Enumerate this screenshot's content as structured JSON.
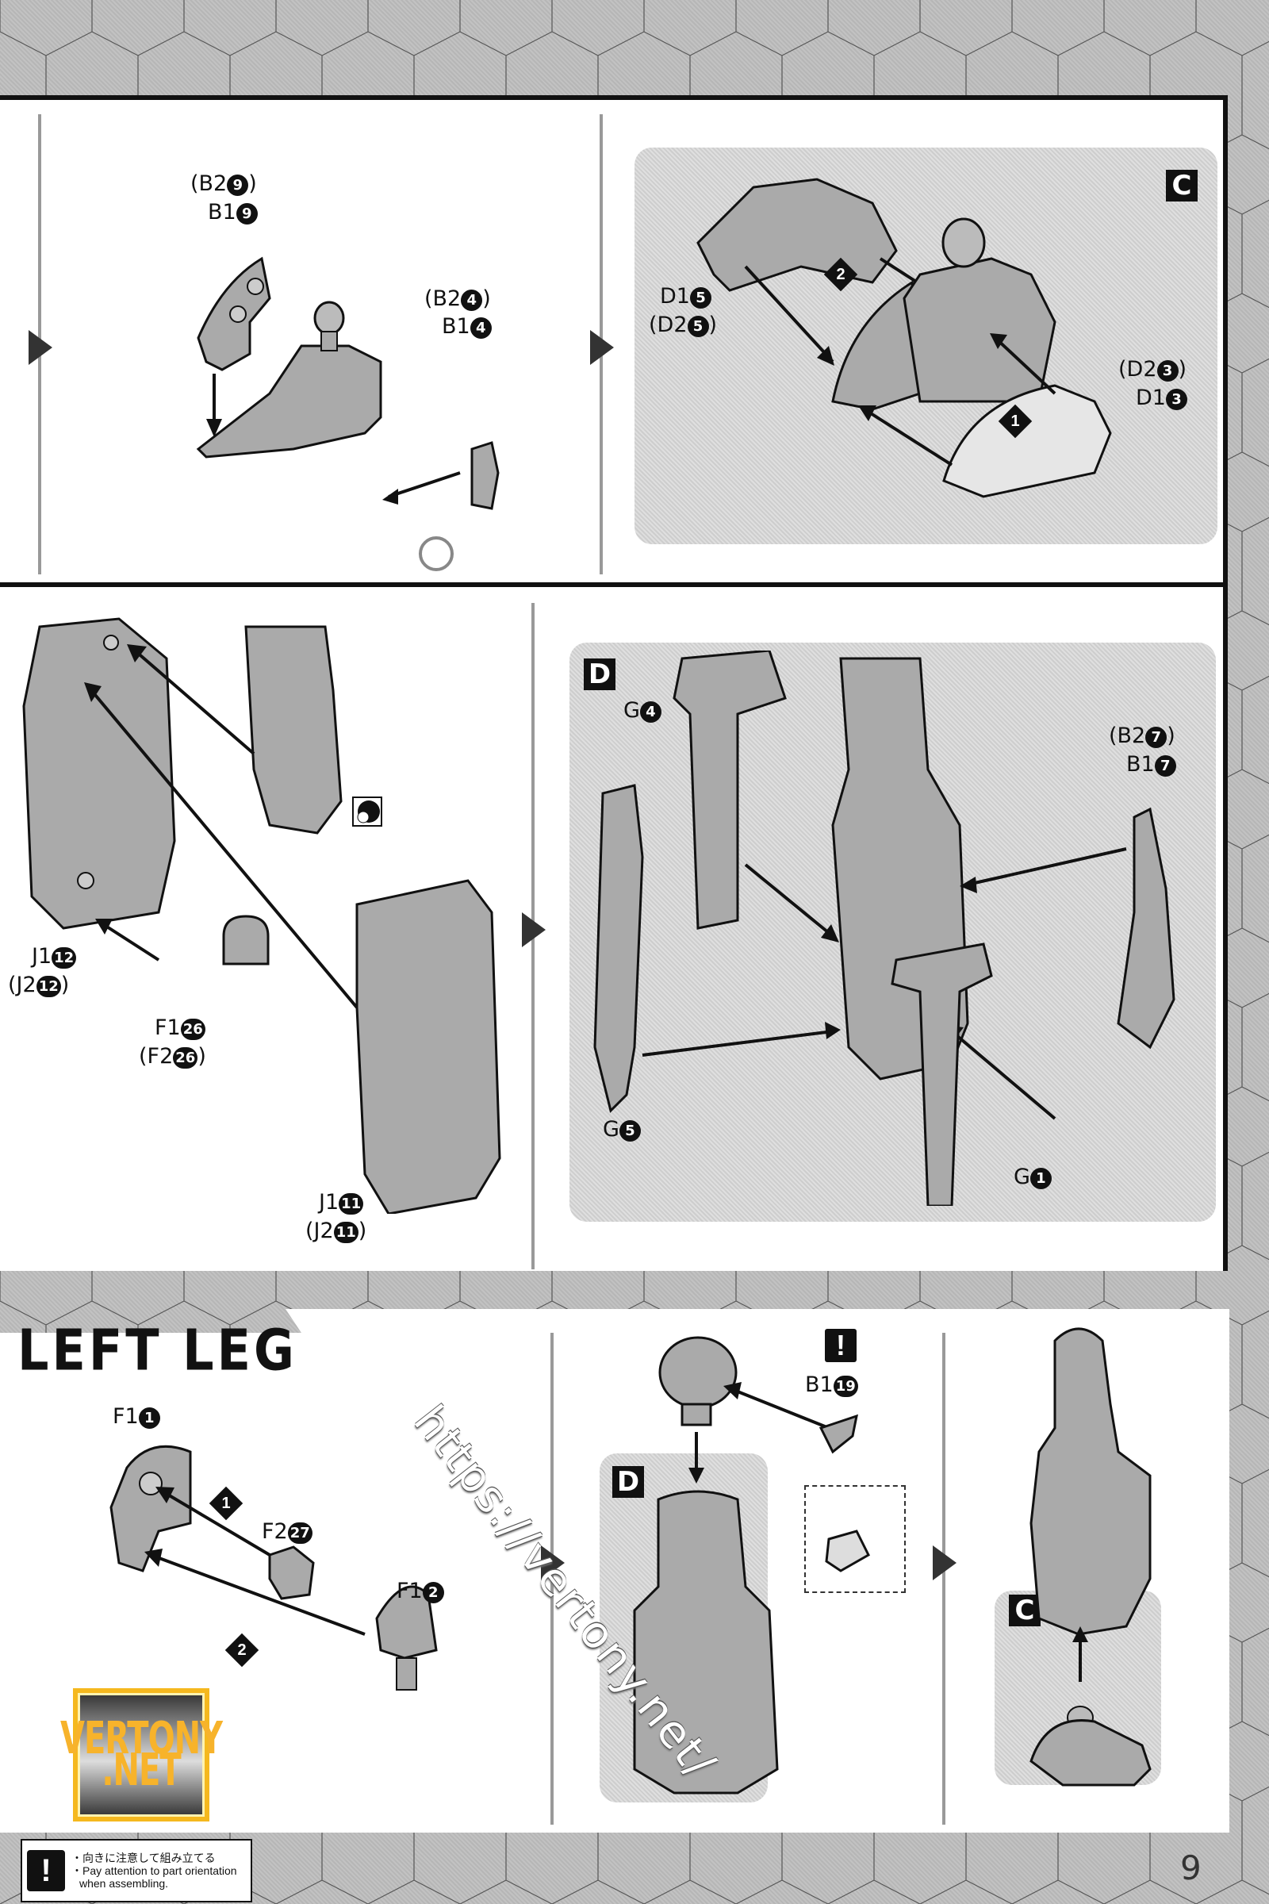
{
  "page": {
    "page_number": "9",
    "section_title": "LEFT LEG"
  },
  "top_row": {
    "step1": {
      "labels": [
        {
          "text": "(B2",
          "num": "9",
          "suffix": ")"
        },
        {
          "text": "B1",
          "num": "9",
          "suffix": ""
        },
        {
          "text": "(B2",
          "num": "4",
          "suffix": ")"
        },
        {
          "text": "B1",
          "num": "4",
          "suffix": ""
        }
      ]
    },
    "step2": {
      "subassembly": "C",
      "labels": [
        {
          "text": "D1",
          "num": "5",
          "suffix": ""
        },
        {
          "text": "(D2",
          "num": "5",
          "suffix": ")"
        },
        {
          "text": "(D2",
          "num": "3",
          "suffix": ")"
        },
        {
          "text": "D1",
          "num": "3",
          "suffix": ""
        }
      ],
      "order_marks": [
        "2",
        "1"
      ]
    }
  },
  "middle_row": {
    "step1": {
      "labels": [
        {
          "text": "J1",
          "num": "12",
          "suffix": ""
        },
        {
          "text": "(J2",
          "num": "12",
          "suffix": ")"
        },
        {
          "text": "F1",
          "num": "26",
          "suffix": ""
        },
        {
          "text": "(F2",
          "num": "26",
          "suffix": ")"
        },
        {
          "text": "J1",
          "num": "11",
          "suffix": ""
        },
        {
          "text": "(J2",
          "num": "11",
          "suffix": ")"
        }
      ]
    },
    "step2": {
      "subassembly": "D",
      "labels": [
        {
          "text": "G",
          "num": "4",
          "suffix": ""
        },
        {
          "text": "(B2",
          "num": "7",
          "suffix": ")"
        },
        {
          "text": "B1",
          "num": "7",
          "suffix": ""
        },
        {
          "text": "G",
          "num": "5",
          "suffix": ""
        },
        {
          "text": "G",
          "num": "1",
          "suffix": ""
        }
      ]
    }
  },
  "bottom_row": {
    "step1": {
      "labels": [
        {
          "text": "F1",
          "num": "1",
          "suffix": ""
        },
        {
          "text": "F2",
          "num": "27",
          "suffix": ""
        },
        {
          "text": "F1",
          "num": "2",
          "suffix": ""
        }
      ],
      "order_marks": [
        "1",
        "2"
      ]
    },
    "step2": {
      "subassembly": "D",
      "warning": "!",
      "labels": [
        {
          "text": "B1",
          "num": "19",
          "suffix": ""
        }
      ]
    },
    "step3": {
      "subassembly": "C"
    }
  },
  "caution_note": {
    "icon": "!",
    "line_jp": "・向きに注意して組み立てる",
    "line_en1": "・Pay attention to part orientation",
    "line_en2": "when assembling."
  },
  "watermark": {
    "url": "https://vertony.net/",
    "logo_line1": "VERTONY",
    "logo_line2": ".NET"
  },
  "colors": {
    "ink": "#111111",
    "panel_shade": "#d4d4d4",
    "background": "#bdbdbd",
    "logo_gold": "#f5b81e"
  }
}
